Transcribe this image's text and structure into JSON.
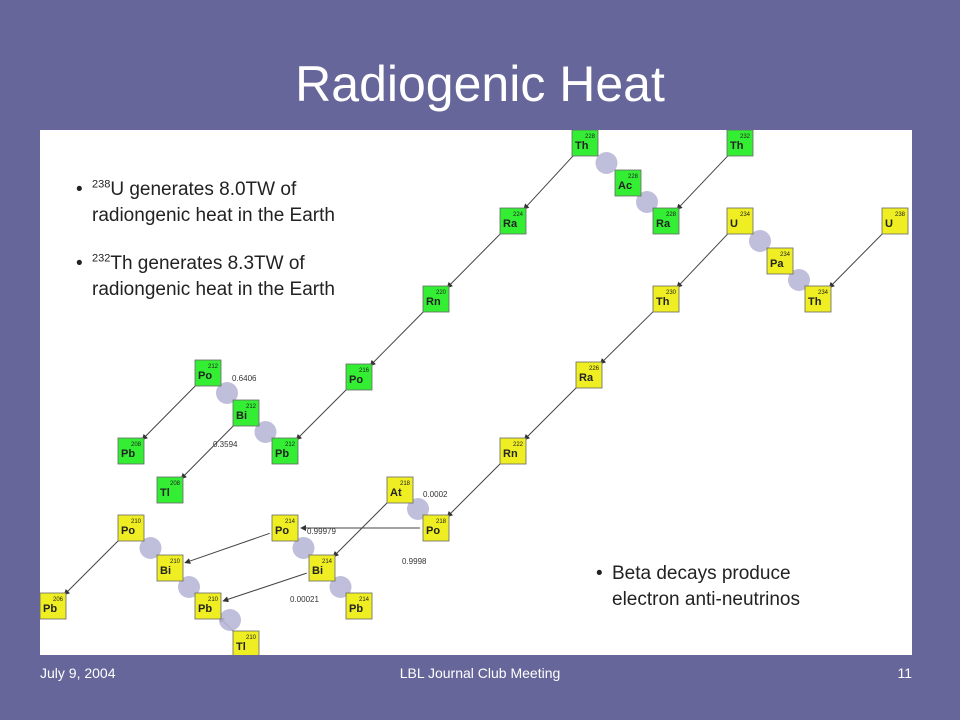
{
  "slide": {
    "title": "Radiogenic Heat"
  },
  "bullets": [
    {
      "mass": "238",
      "text": "U generates 8.0TW of",
      "line2": "radiongenic heat in the Earth"
    },
    {
      "mass": "232",
      "text": "Th generates 8.3TW of",
      "line2": "radiongenic heat in the Earth"
    },
    {
      "text": "Beta decays produce",
      "line2": "electron anti-neutrinos"
    }
  ],
  "footer": {
    "date": "July 9, 2004",
    "event": "LBL Journal Club Meeting",
    "page": "11"
  },
  "colors": {
    "background": "#66669a",
    "thorium_chain": "#33ee33",
    "uranium_chain": "#eeee22",
    "beta_marker": "#b8b8d8"
  },
  "nuclides": [
    {
      "sym": "Th",
      "mass": "228",
      "chain": "th"
    },
    {
      "sym": "Th",
      "mass": "232",
      "chain": "th"
    },
    {
      "sym": "Ac",
      "mass": "228",
      "chain": "th"
    },
    {
      "sym": "Ra",
      "mass": "224",
      "chain": "th"
    },
    {
      "sym": "Ra",
      "mass": "228",
      "chain": "th"
    },
    {
      "sym": "Rn",
      "mass": "220",
      "chain": "th"
    },
    {
      "sym": "Po",
      "mass": "216",
      "chain": "th"
    },
    {
      "sym": "Po",
      "mass": "212",
      "chain": "th"
    },
    {
      "sym": "Bi",
      "mass": "212",
      "chain": "th"
    },
    {
      "sym": "Pb",
      "mass": "208",
      "chain": "th"
    },
    {
      "sym": "Pb",
      "mass": "212",
      "chain": "th"
    },
    {
      "sym": "Tl",
      "mass": "208",
      "chain": "th"
    },
    {
      "sym": "U",
      "mass": "234",
      "chain": "u"
    },
    {
      "sym": "U",
      "mass": "238",
      "chain": "u"
    },
    {
      "sym": "Pa",
      "mass": "234",
      "chain": "u"
    },
    {
      "sym": "Th",
      "mass": "230",
      "chain": "u"
    },
    {
      "sym": "Th",
      "mass": "234",
      "chain": "u"
    },
    {
      "sym": "Ra",
      "mass": "226",
      "chain": "u"
    },
    {
      "sym": "Rn",
      "mass": "222",
      "chain": "u"
    },
    {
      "sym": "At",
      "mass": "218",
      "chain": "u"
    },
    {
      "sym": "Po",
      "mass": "218",
      "chain": "u"
    },
    {
      "sym": "Po",
      "mass": "210",
      "chain": "u"
    },
    {
      "sym": "Po",
      "mass": "214",
      "chain": "u"
    },
    {
      "sym": "Bi",
      "mass": "210",
      "chain": "u"
    },
    {
      "sym": "Bi",
      "mass": "214",
      "chain": "u"
    },
    {
      "sym": "Pb",
      "mass": "206",
      "chain": "u"
    },
    {
      "sym": "Pb",
      "mass": "210",
      "chain": "u"
    },
    {
      "sym": "Pb",
      "mass": "214",
      "chain": "u"
    },
    {
      "sym": "Tl",
      "mass": "210",
      "chain": "u"
    }
  ],
  "branch_labels": [
    "0.6406",
    "0.3594",
    "0.99979",
    "0.00021",
    "0.0002",
    "0.9998"
  ]
}
